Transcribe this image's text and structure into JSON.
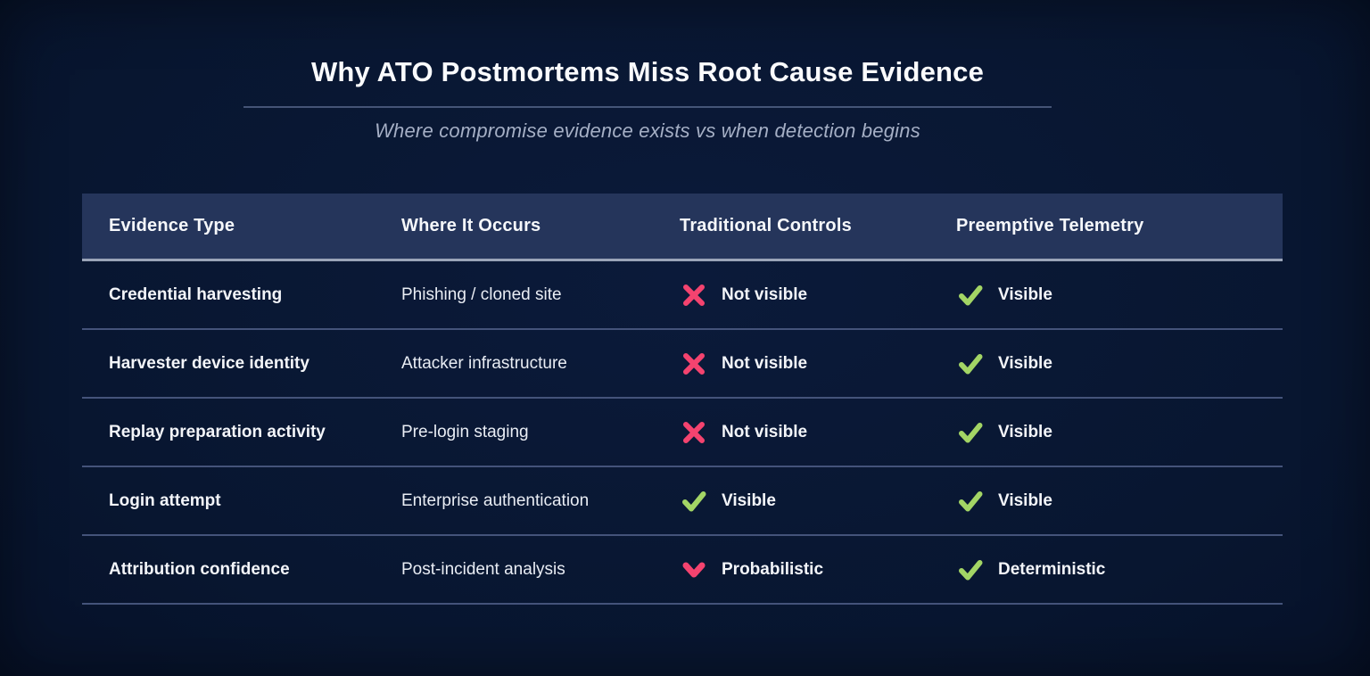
{
  "page": {
    "title": "Why ATO Postmortems Miss Root Cause Evidence",
    "subtitle": "Where compromise evidence exists vs when detection begins"
  },
  "colors": {
    "background": "#081630",
    "header_bg": "#25355b",
    "header_border": "#9aa4b8",
    "row_divider": "#44537a",
    "subtitle_text": "#a5afc5",
    "negative_pink": "#f4436f",
    "positive_green": "#a3d565"
  },
  "table": {
    "headers": {
      "col1": "Evidence Type",
      "col2": "Where It Occurs",
      "col3": "Traditional Controls",
      "col4": "Preemptive Telemetry"
    },
    "rows": [
      {
        "evidence_type": "Credential harvesting",
        "where_it_occurs": "Phishing / cloned site",
        "traditional_controls": {
          "icon": "x-icon",
          "label": "Not visible"
        },
        "preemptive_telemetry": {
          "icon": "check-icon",
          "label": "Visible"
        }
      },
      {
        "evidence_type": "Harvester device identity",
        "where_it_occurs": "Attacker infrastructure",
        "traditional_controls": {
          "icon": "x-icon",
          "label": "Not visible"
        },
        "preemptive_telemetry": {
          "icon": "check-icon",
          "label": "Visible"
        }
      },
      {
        "evidence_type": "Replay preparation activity",
        "where_it_occurs": "Pre-login staging",
        "traditional_controls": {
          "icon": "x-icon",
          "label": "Not visible"
        },
        "preemptive_telemetry": {
          "icon": "check-icon",
          "label": "Visible"
        }
      },
      {
        "evidence_type": "Login attempt",
        "where_it_occurs": "Enterprise authentication",
        "traditional_controls": {
          "icon": "check-icon",
          "label": "Visible"
        },
        "preemptive_telemetry": {
          "icon": "check-icon",
          "label": "Visible"
        }
      },
      {
        "evidence_type": "Attribution confidence",
        "where_it_occurs": "Post-incident analysis",
        "traditional_controls": {
          "icon": "chevron-down-icon",
          "label": "Probabilistic"
        },
        "preemptive_telemetry": {
          "icon": "check-icon",
          "label": "Deterministic"
        }
      }
    ]
  },
  "chart_data": {
    "type": "table",
    "title": "Why ATO Postmortems Miss Root Cause Evidence",
    "subtitle": "Where compromise evidence exists vs when detection begins",
    "columns": [
      "Evidence Type",
      "Where It Occurs",
      "Traditional Controls",
      "Preemptive Telemetry"
    ],
    "rows": [
      [
        "Credential harvesting",
        "Phishing / cloned site",
        "✗ Not visible",
        "✓ Visible"
      ],
      [
        "Harvester device identity",
        "Attacker infrastructure",
        "✗ Not visible",
        "✓ Visible"
      ],
      [
        "Replay preparation activity",
        "Pre-login staging",
        "✗ Not visible",
        "✓ Visible"
      ],
      [
        "Login attempt",
        "Enterprise authentication",
        "✓ Visible",
        "✓ Visible"
      ],
      [
        "Attribution confidence",
        "Post-incident analysis",
        "▾ Probabilistic",
        "✓ Deterministic"
      ]
    ],
    "legend_position": "none",
    "grid": "row-dividers"
  }
}
